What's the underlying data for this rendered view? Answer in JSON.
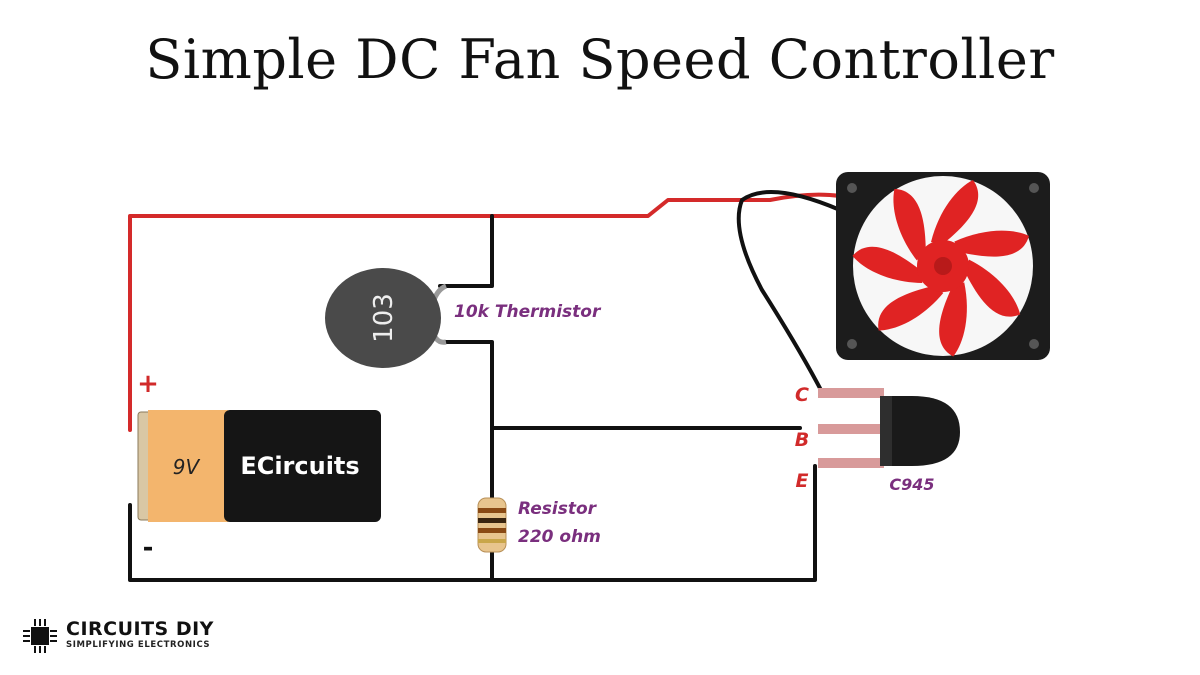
{
  "title": "Simple DC Fan Speed Controller",
  "battery": {
    "voltage_label": "9V",
    "brand_label": "ECircuits",
    "plus_sign": "+",
    "minus_sign": "-"
  },
  "thermistor": {
    "code": "103",
    "label": "10k Thermistor"
  },
  "resistor": {
    "label_line1": "Resistor",
    "label_line2": "220 ohm"
  },
  "transistor": {
    "label": "C945",
    "pins": {
      "collector": "C",
      "base": "B",
      "emitter": "E"
    }
  },
  "logo": {
    "name": "CIRCUITS DIY",
    "tagline": "SIMPLIFYING ELECTRONICS"
  },
  "colors": {
    "wire_positive": "#d42a2a",
    "wire_ground": "#111111",
    "fan_blade": "#e02323",
    "battery_gold": "#f3b56d",
    "battery_black": "#151515",
    "label_purple": "#7a2f7e",
    "pin_label_red": "#d12a2a",
    "thermistor_body": "#4a4a4a"
  }
}
